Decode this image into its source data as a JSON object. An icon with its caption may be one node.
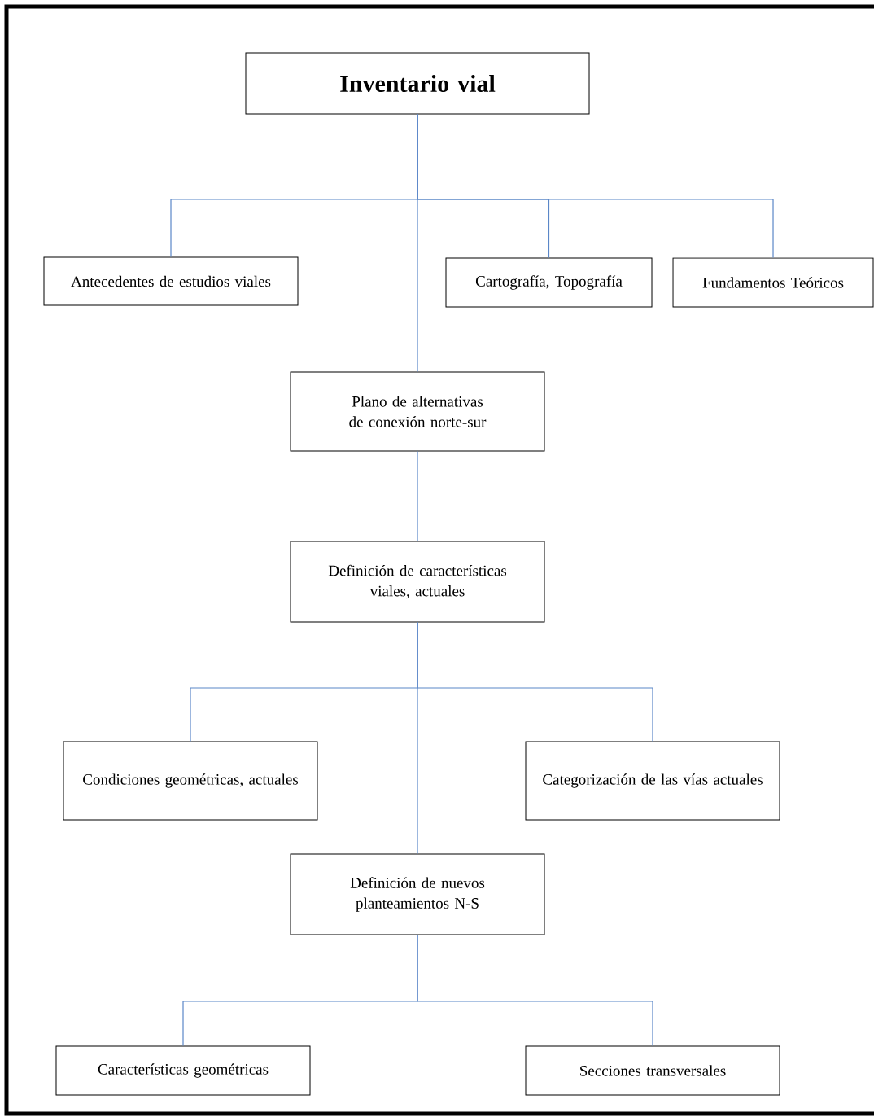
{
  "diagram": {
    "nodes": [
      {
        "text": [
          "Inventario vial"
        ]
      },
      {
        "text": [
          "Antecedentes de estudios viales"
        ]
      },
      {
        "text": [
          "Cartografía, Topografía"
        ]
      },
      {
        "text": [
          "Fundamentos Teóricos"
        ]
      },
      {
        "text": [
          "Plano de alternativas de conexión norte-sur"
        ]
      },
      {
        "text": [
          "Definición de características viales, actuales"
        ]
      },
      {
        "text": [
          "Condiciones geométricas, actuales"
        ]
      },
      {
        "text": [
          "Categorización de las vías actuales"
        ]
      },
      {
        "text": [
          "Definición de nuevos planteamientos N-S"
        ]
      },
      {
        "text": [
          "Características geométricas"
        ]
      },
      {
        "text": [
          "Secciones transversales"
        ]
      }
    ],
    "edges": [
      {
        "from": 0,
        "to": 1,
        "arrow": "none"
      },
      {
        "from": 0,
        "to": 2,
        "arrow": "none"
      },
      {
        "from": 0,
        "to": 3,
        "arrow": "none"
      },
      {
        "from": 0,
        "to": 4,
        "arrow": "none"
      },
      {
        "from": 4,
        "to": 5,
        "arrow": "none"
      },
      {
        "from": 5,
        "to": 6,
        "arrow": "none"
      },
      {
        "from": 5,
        "to": 7,
        "arrow": "none"
      },
      {
        "from": 5,
        "to": 8,
        "arrow": "none"
      },
      {
        "from": 8,
        "to": 9,
        "arrow": "none"
      },
      {
        "from": 8,
        "to": 10,
        "arrow": "none"
      }
    ]
  }
}
